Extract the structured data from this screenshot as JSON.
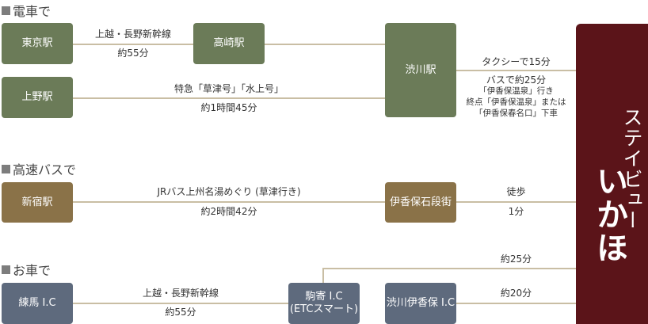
{
  "sections": {
    "train": "電車で",
    "bus": "高速バスで",
    "car": "お車で"
  },
  "stations": {
    "tokyo": "東京駅",
    "takasaki": "高崎駅",
    "ueno": "上野駅",
    "shibukawa": "渋川駅",
    "shinjuku": "新宿駅",
    "ikahoishidan": "伊香保石段街",
    "nerima": "練馬 I.C",
    "komayose": "駒寄 I.C\n(ETCスマート)",
    "shibukawaikaho": "渋川伊香保 I.C"
  },
  "routes": {
    "tokyo_takasaki": {
      "line": "上越・長野新幹線",
      "time": "約55分"
    },
    "ueno_shibukawa": {
      "line": "特急「草津号」「水上号」",
      "time": "約1時間45分"
    },
    "shibukawa_dest": {
      "taxi": "タクシーで15分",
      "bus": "バスで約25分",
      "bus_detail1": "「伊香保温泉」行き",
      "bus_detail2": "終点「伊香保温泉」または",
      "bus_detail3": "「伊香保春名口」下車"
    },
    "shinjuku_ishidan": {
      "line": "JRバス上州名湯めぐり (草津行き)",
      "time": "約2時間42分"
    },
    "ishidan_dest": {
      "mode": "徒歩",
      "time": "1分"
    },
    "nerima_komayose": {
      "line": "上越・長野新幹線",
      "time": "約55分"
    },
    "komayose_dest": {
      "time": "約25分"
    },
    "shibukawaikaho_dest": {
      "time": "約20分"
    }
  },
  "destination": {
    "line1": "ステイビュー",
    "line2": "いかほ"
  },
  "colors": {
    "train_box": "#6b7b58",
    "bus_box": "#8a7248",
    "car_box": "#5e6a7d",
    "connector": "#c9bea4",
    "destination": "#5b1419"
  }
}
